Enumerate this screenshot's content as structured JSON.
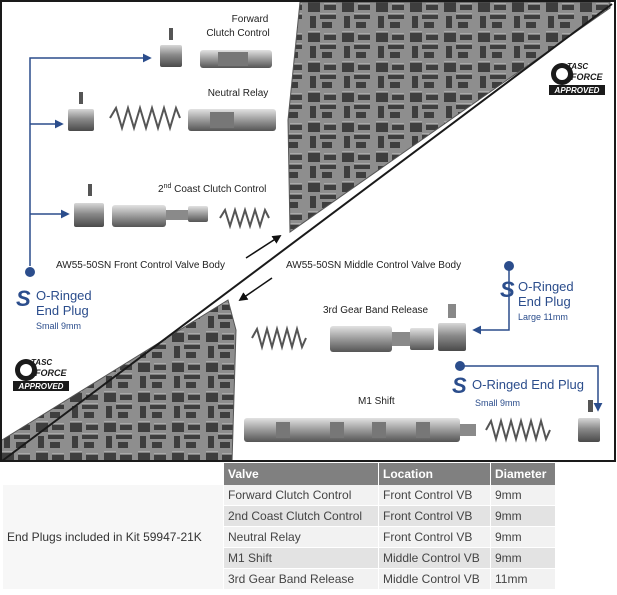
{
  "labels": {
    "forward_line1": "Forward",
    "forward_line2": "Clutch Control",
    "neutral_relay": "Neutral Relay",
    "coast_pre": "2",
    "coast_sup": "nd",
    "coast_post": " Coast Clutch Control",
    "front_vb": "AW55-50SN Front Control Valve Body",
    "middle_vb": "AW55-50SN Middle Control Valve Body",
    "band_release": "3rd Gear Band Release",
    "m1_shift": "M1 Shift"
  },
  "callouts": {
    "left_line1": "O-Ringed",
    "left_line2": "End Plug",
    "left_size": "Small 9mm",
    "right_top_line1": "O-Ringed",
    "right_top_line2": "End Plug",
    "right_top_size": "Large 11mm",
    "right_bottom_line": "O-Ringed End Plug",
    "right_bottom_size": "Small 9mm"
  },
  "badges": {
    "brand1": "TASC",
    "brand2": "FORCE",
    "approved": "APPROVED"
  },
  "colors": {
    "accent_blue": "#2b4d8c",
    "header_gray": "#808080"
  },
  "table": {
    "headers": [
      "Valve",
      "Location",
      "Diameter"
    ],
    "group_label": "End Plugs included in Kit 59947-21K",
    "rows": [
      [
        "Forward Clutch Control",
        "Front Control VB",
        "9mm"
      ],
      [
        "2nd Coast Clutch Control",
        "Front Control VB",
        "9mm"
      ],
      [
        "Neutral Relay",
        "Front Control VB",
        "9mm"
      ],
      [
        "M1 Shift",
        "Middle Control VB",
        "9mm"
      ],
      [
        "3rd Gear Band Release",
        "Middle Control VB",
        "11mm"
      ]
    ]
  }
}
